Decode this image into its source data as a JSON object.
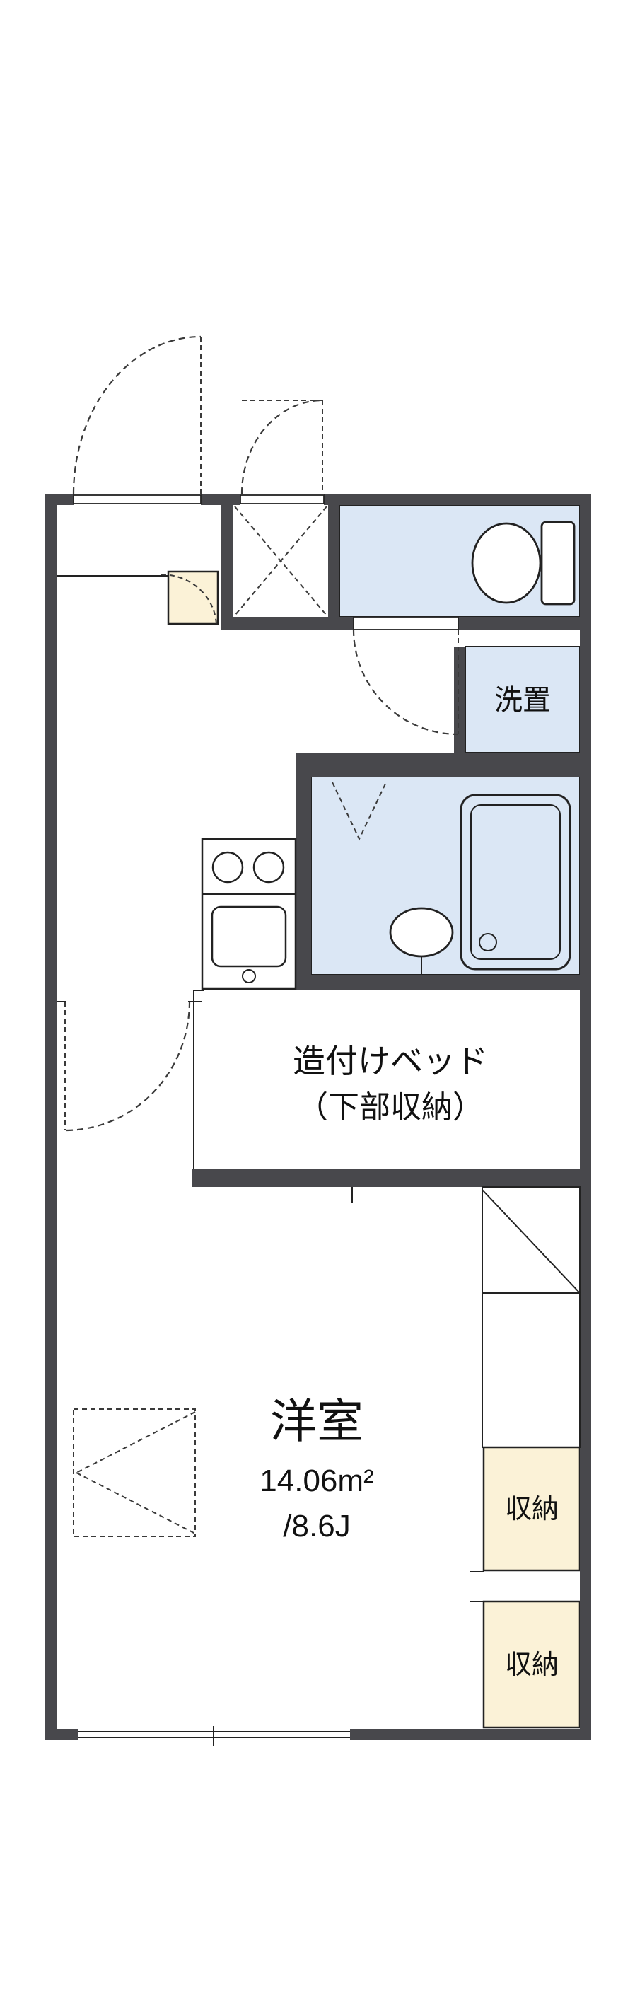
{
  "plan": {
    "labels": {
      "washer": "洗置",
      "bed_line1": "造付けベッド",
      "bed_line2": "（下部収納）",
      "room_name": "洋室",
      "room_area_m2": "14.06m²",
      "room_area_jo": "/8.6J",
      "storage_upper": "収納",
      "storage_lower": "収納"
    },
    "colors": {
      "wall": "#48484c",
      "wet_area_fill": "#dbe7f5",
      "storage_fill": "#fbf2d7",
      "line": "#222222",
      "background": "#ffffff"
    }
  }
}
